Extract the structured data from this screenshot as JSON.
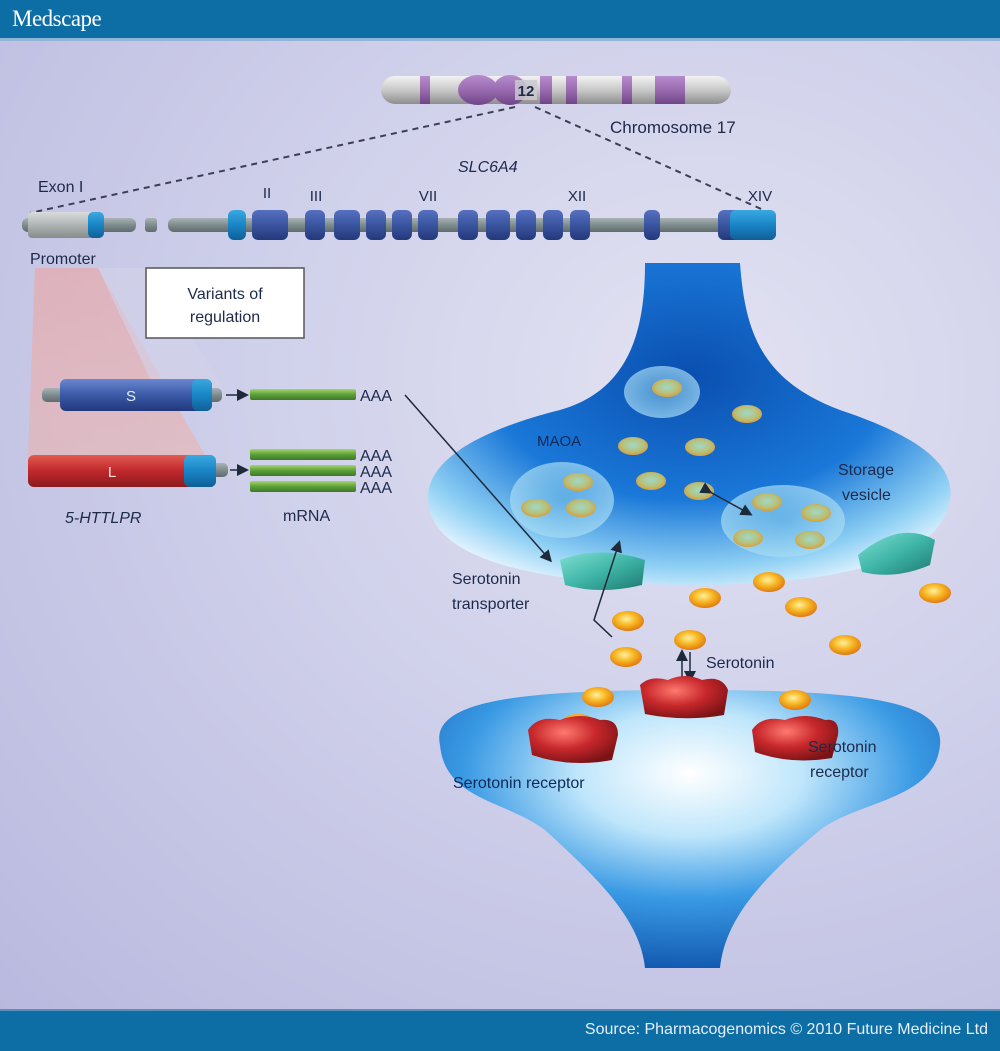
{
  "header": {
    "brand": "Medscape"
  },
  "footer": {
    "source": "Source: Pharmacogenomics © 2010 Future Medicine Ltd"
  },
  "chromosome": {
    "label": "Chromosome 17",
    "band": "12"
  },
  "gene": {
    "name": "SLC6A4",
    "exon_first": "Exon I",
    "promoter": "Promoter",
    "exon_labels": [
      "II",
      "III",
      "VII",
      "XII",
      "XIV"
    ]
  },
  "regulation": {
    "box_line1": "Variants of",
    "box_line2": "regulation",
    "short_allele": "S",
    "long_allele": "L",
    "polymorphism": "5-HTTLPR",
    "mrna_label": "mRNA",
    "polya": "AAA"
  },
  "synapse": {
    "maoa": "MAOA",
    "storage_vesicle_1": "Storage",
    "storage_vesicle_2": "vesicle",
    "transporter_1": "Serotonin",
    "transporter_2": "transporter",
    "serotonin": "Serotonin",
    "receptor_left": "Serotonin receptor",
    "receptor_right_1": "Serotonin",
    "receptor_right_2": "receptor"
  },
  "colors": {
    "brand_blue": "#0d6ea6",
    "neuron_blue": "#1a6fd0",
    "exon_blue": "#3a5aa8",
    "serotonin_orange": "#f5a818",
    "receptor_red": "#c0282c",
    "transporter_teal": "#3fb5a8",
    "chromosome_band": "#9a6ab0"
  }
}
